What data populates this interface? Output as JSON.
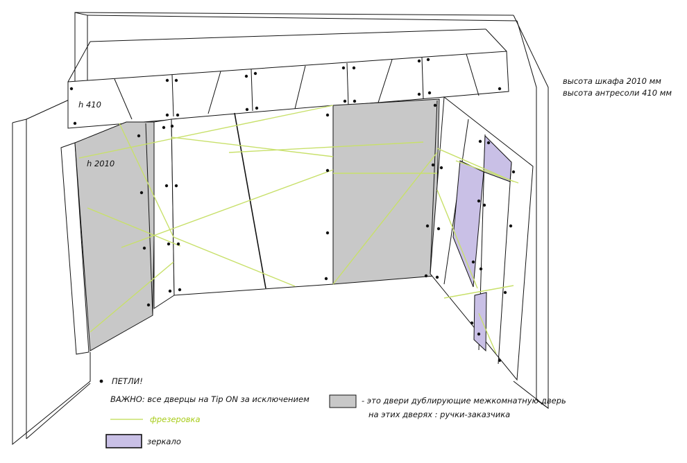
{
  "labels": {
    "height_mezzanine": "h 410",
    "height_main": "h 2010",
    "cabinet_height": "высота шкафа 2010 мм",
    "mezzanine_height": "высота антресоли 410 мм"
  },
  "legend": {
    "hinges": "ПЕТЛИ!",
    "important": "ВАЖНО: все дверцы на Tip ON  за исключением",
    "duplicate_doors_line1": "- это двери дублирующие  межкомнатную дверь",
    "duplicate_doors_line2": "на этих дверях : ручки-заказчика",
    "milling": "фрезеровка",
    "mirror": "зеркало"
  },
  "colors": {
    "outline": "#111111",
    "milling": "#c8e06a",
    "gray_door": "#c8c8c8",
    "mirror": "#c9c0e6"
  }
}
